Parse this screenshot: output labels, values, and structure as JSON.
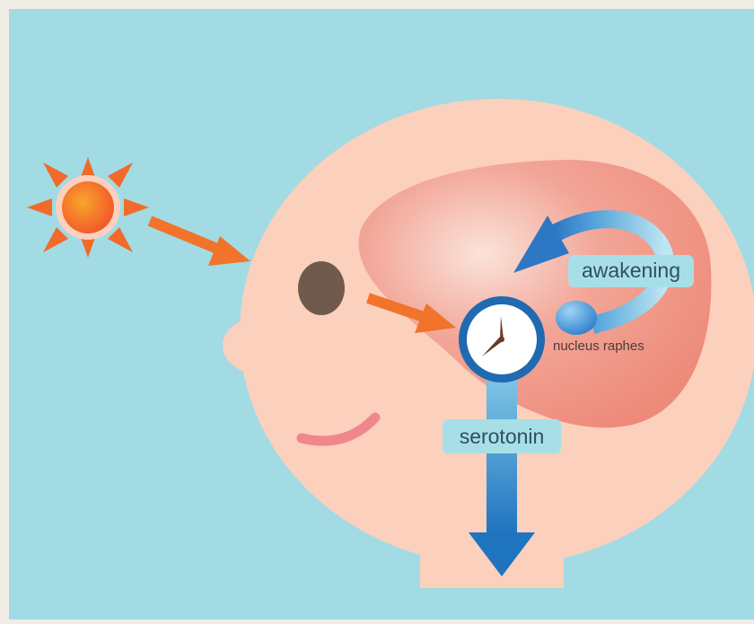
{
  "labels": {
    "awakening": "awakening",
    "nucleus": "nucleus raphes",
    "serotonin": "serotonin"
  },
  "colors": {
    "frame": "#f1ede6",
    "background": "#a2dbe3",
    "skin": "#fbd0bd",
    "brain": "#ef8d7e",
    "sun_ray": "#f26a2a",
    "sun_core": "#f7592b",
    "arrow_orange": "#f1742a",
    "eye": "#6f5a4d",
    "mouth": "#f0868e",
    "clock_ring": "#1f6ab0",
    "clock_hand": "#6b3a26",
    "blue_arrow": "#2f83c8",
    "nucleus": "#3b8fd4",
    "label_box": "#a8dfe7"
  },
  "icons": {
    "sun": "sun-icon",
    "clock": "clock-icon",
    "eye": "eye-icon"
  }
}
